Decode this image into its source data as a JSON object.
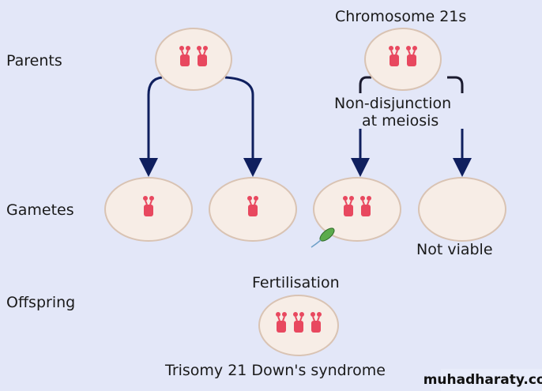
{
  "labels": {
    "parents": "Parents",
    "gametes": "Gametes",
    "offspring": "Offspring",
    "chromosome_21s": "Chromosome 21s",
    "non_disjunction_line1": "Non-disjunction",
    "non_disjunction_line2": "at meiosis",
    "not_viable": "Not viable",
    "fertilisation": "Fertilisation",
    "trisomy": "Trisomy 21 Down's syndrome"
  },
  "watermark": "muhadharaty.com",
  "colors": {
    "background": "#e3e7f8",
    "cell_fill": "#f7ede6",
    "cell_stroke": "#d9c3b3",
    "chromosome": "#e8485f",
    "arrow": "#0f1f5e",
    "bracket": "#1a1a2e",
    "sperm": "#5cab4c"
  },
  "cells": [
    {
      "id": "parent-normal",
      "role": "parent",
      "chromosome_count": 2
    },
    {
      "id": "parent-nondisjunction",
      "role": "parent",
      "chromosome_count": 2
    },
    {
      "id": "gamete-1",
      "role": "gamete",
      "chromosome_count": 1
    },
    {
      "id": "gamete-2",
      "role": "gamete",
      "chromosome_count": 1
    },
    {
      "id": "gamete-3",
      "role": "gamete",
      "chromosome_count": 2,
      "fertilised": true
    },
    {
      "id": "gamete-4",
      "role": "gamete",
      "chromosome_count": 0
    },
    {
      "id": "offspring",
      "role": "offspring",
      "chromosome_count": 3
    }
  ]
}
